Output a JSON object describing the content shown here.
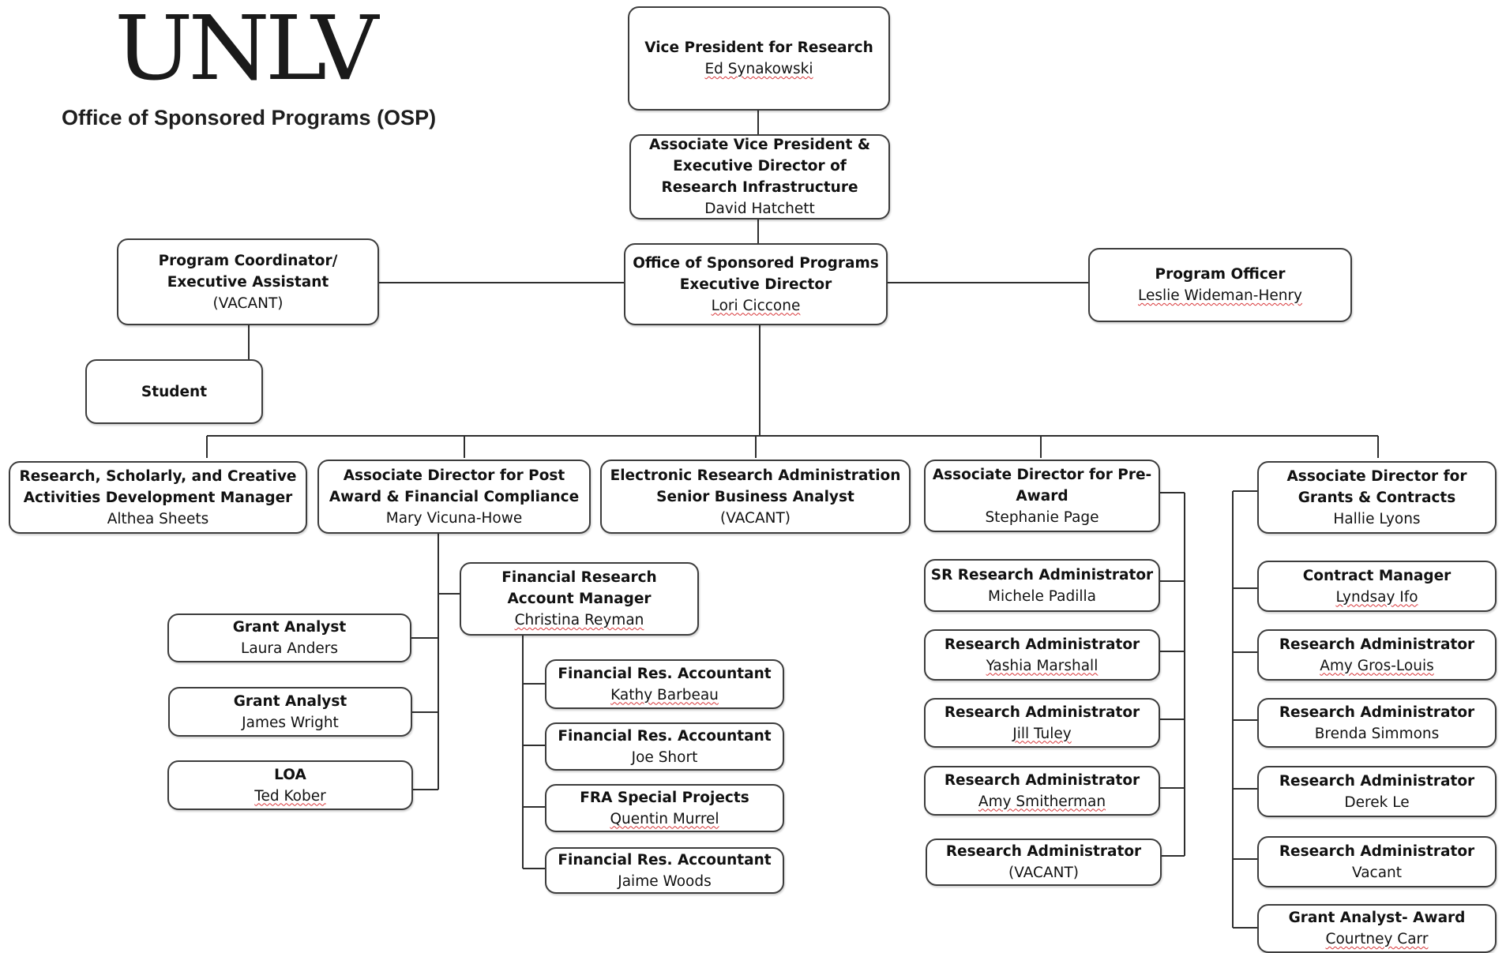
{
  "header": {
    "logo_text": "UNLV",
    "subtitle": "Office of Sponsored Programs (OSP)"
  },
  "nodes": [
    {
      "id": "vp",
      "title": "Vice President for Research",
      "name": "Ed Synakowski",
      "squiggle": true
    },
    {
      "id": "avp",
      "title": "Associate Vice President &\nExecutive Director of\nResearch Infrastructure",
      "name": "David Hatchett"
    },
    {
      "id": "osp",
      "title": "Office of Sponsored Programs\nExecutive Director",
      "name": "Lori Ciccone",
      "squiggle": true
    },
    {
      "id": "pc",
      "title": "Program Coordinator/\nExecutive Assistant",
      "name": "(VACANT)"
    },
    {
      "id": "po",
      "title": "Program Officer",
      "name": "Leslie Wideman-Henry",
      "squiggle": true
    },
    {
      "id": "student",
      "title": "Student",
      "name": ""
    },
    {
      "id": "rscadm",
      "title": "Research, Scholarly, and Creative\nActivities Development Manager",
      "name": "Althea Sheets"
    },
    {
      "id": "adpa",
      "title": "Associate Director for Post\nAward & Financial Compliance",
      "name": "Mary Vicuna-Howe"
    },
    {
      "id": "era",
      "title": "Electronic Research Administration\nSenior Business Analyst",
      "name": "(VACANT)"
    },
    {
      "id": "adpre",
      "title": "Associate Director for Pre-\nAward",
      "name": "Stephanie Page"
    },
    {
      "id": "adgc",
      "title": "Associate Director for\nGrants & Contracts",
      "name": "Hallie Lyons"
    },
    {
      "id": "fram",
      "title": "Financial Research\nAccount Manager",
      "name": "Christina Reyman",
      "squiggle": true
    },
    {
      "id": "ga1",
      "title": "Grant Analyst",
      "name": "Laura Anders"
    },
    {
      "id": "ga2",
      "title": "Grant Analyst",
      "name": "James Wright"
    },
    {
      "id": "loa",
      "title": "LOA",
      "name": "Ted Kober",
      "squiggle": true
    },
    {
      "id": "fra1",
      "title": "Financial Res. Accountant",
      "name": "Kathy Barbeau",
      "squiggle": true
    },
    {
      "id": "fra2",
      "title": "Financial Res. Accountant",
      "name": "Joe Short"
    },
    {
      "id": "frasp",
      "title": "FRA Special Projects",
      "name": "Quentin Murrel",
      "squiggle": true
    },
    {
      "id": "fra3",
      "title": "Financial Res. Accountant",
      "name": "Jaime Woods"
    },
    {
      "id": "srra",
      "title": "SR Research Administrator",
      "name": "Michele Padilla"
    },
    {
      "id": "ra1",
      "title": "Research Administrator",
      "name": "Yashia Marshall",
      "squiggle": true
    },
    {
      "id": "ra2",
      "title": "Research Administrator",
      "name": "Jill Tuley",
      "squiggle": true
    },
    {
      "id": "ra3",
      "title": "Research Administrator",
      "name": "Amy Smitherman",
      "squiggle": true
    },
    {
      "id": "ra4",
      "title": "Research Administrator",
      "name": "(VACANT)"
    },
    {
      "id": "cm",
      "title": "Contract Manager",
      "name": "Lyndsay Ifo",
      "squiggle": true
    },
    {
      "id": "ra5",
      "title": "Research Administrator",
      "name": "Amy Gros-Louis",
      "squiggle": true
    },
    {
      "id": "ra6",
      "title": "Research Administrator",
      "name": "Brenda Simmons"
    },
    {
      "id": "ra7",
      "title": "Research Administrator",
      "name": "Derek Le"
    },
    {
      "id": "ra8",
      "title": "Research Administrator",
      "name": "Vacant"
    },
    {
      "id": "gaa",
      "title": "Grant Analyst- Award",
      "name": "Courtney Carr",
      "squiggle": true
    }
  ]
}
